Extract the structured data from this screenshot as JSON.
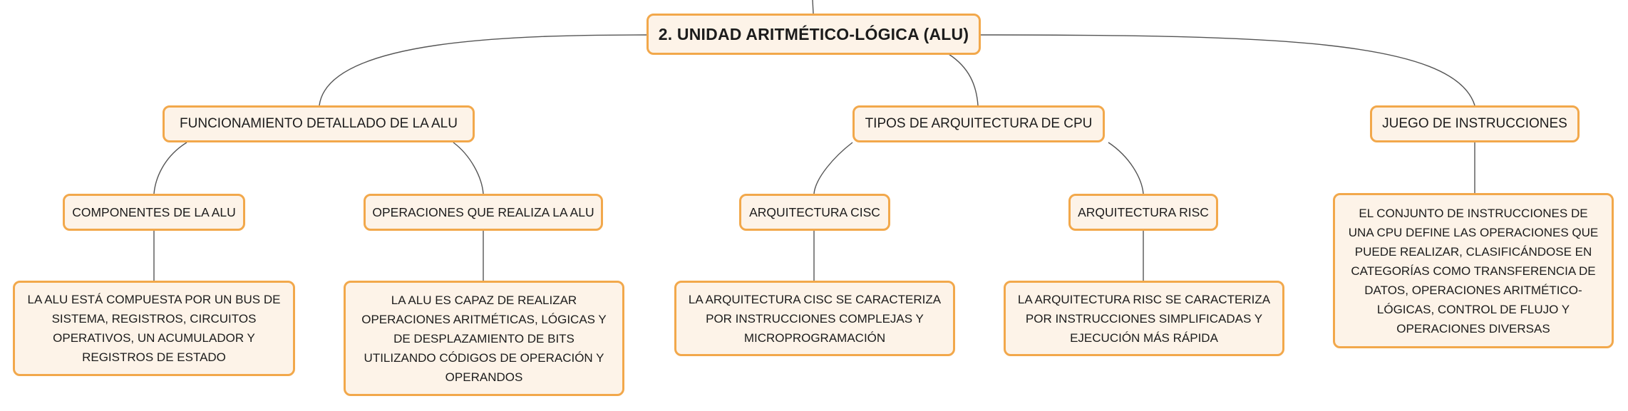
{
  "map": {
    "root": "2. UNIDAD ARITMÉTICO-LÓGICA (ALU)",
    "branches": [
      {
        "title": "FUNCIONAMIENTO DETALLADO DE LA ALU",
        "children": [
          {
            "title": "COMPONENTES DE LA ALU",
            "detail": "LA ALU ESTÁ COMPUESTA POR UN BUS DE SISTEMA, REGISTROS, CIRCUITOS OPERATIVOS, UN ACUMULADOR Y REGISTROS DE ESTADO"
          },
          {
            "title": "OPERACIONES QUE REALIZA LA ALU",
            "detail": "LA ALU ES CAPAZ DE REALIZAR OPERACIONES ARITMÉTICAS, LÓGICAS Y DE DESPLAZAMIENTO DE BITS UTILIZANDO CÓDIGOS DE OPERACIÓN Y OPERANDOS"
          }
        ]
      },
      {
        "title": "TIPOS DE ARQUITECTURA DE CPU",
        "children": [
          {
            "title": "ARQUITECTURA CISC",
            "detail": "LA ARQUITECTURA CISC SE CARACTERIZA POR INSTRUCCIONES COMPLEJAS Y MICROPROGRAMACIÓN"
          },
          {
            "title": "ARQUITECTURA RISC",
            "detail": "LA ARQUITECTURA RISC SE CARACTERIZA POR INSTRUCCIONES SIMPLIFICADAS Y EJECUCIÓN MÁS RÁPIDA"
          }
        ]
      },
      {
        "title": "JUEGO DE INSTRUCCIONES",
        "detail": "EL CONJUNTO DE INSTRUCCIONES DE UNA CPU DEFINE LAS OPERACIONES QUE PUEDE REALIZAR, CLASIFICÁNDOSE EN CATEGORÍAS COMO TRANSFERENCIA DE DATOS, OPERACIONES ARITMÉTICO-LÓGICAS, CONTROL DE FLUJO Y OPERACIONES DIVERSAS"
      }
    ]
  },
  "colors": {
    "node_border": "#f2a84b",
    "node_fill": "#fdf3e8",
    "connector": "#555555"
  }
}
